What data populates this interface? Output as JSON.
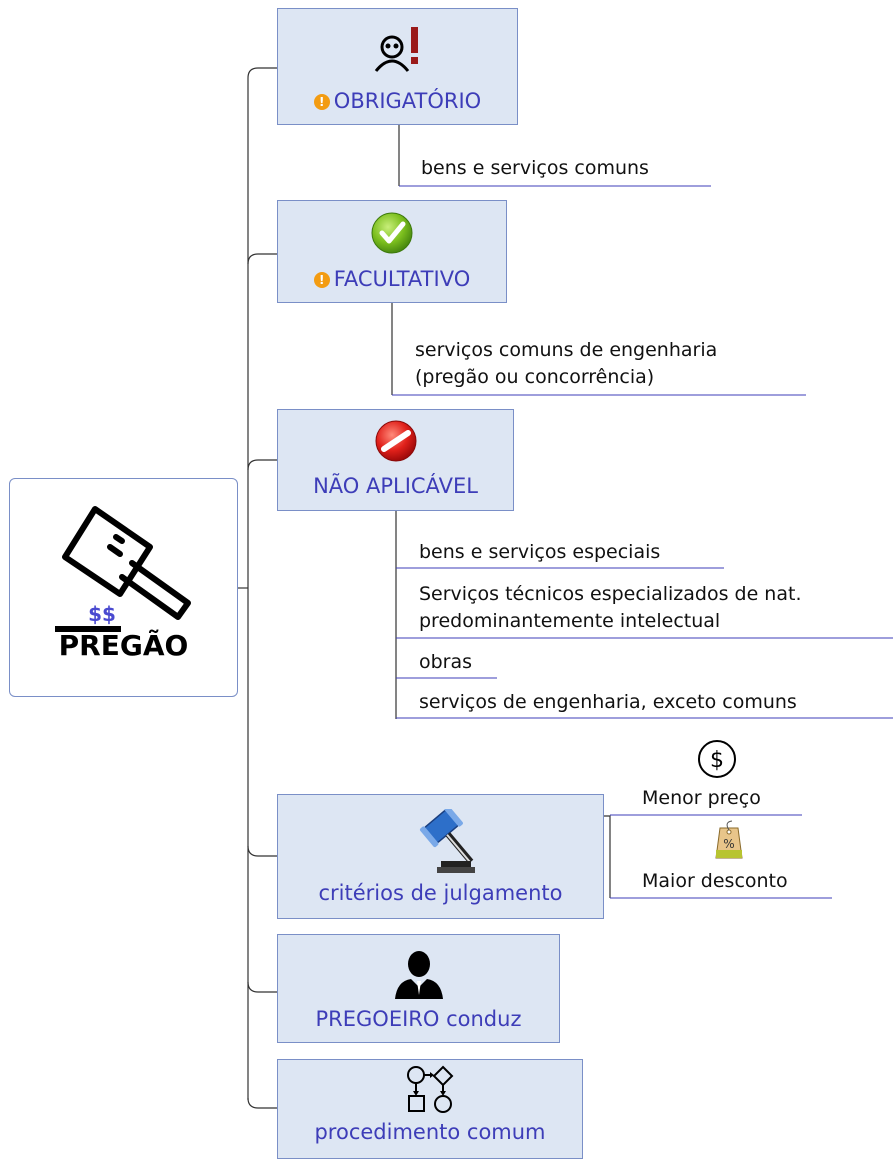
{
  "root": {
    "label": "PREGÃO",
    "icon": "gavel-icon",
    "icon_text": "$$"
  },
  "branches": [
    {
      "label": "OBRIGATÓRIO",
      "icon": "person-alert-icon",
      "flag": "!",
      "leaves": [
        "bens e serviços comuns"
      ]
    },
    {
      "label": "FACULTATIVO",
      "icon": "green-check-icon",
      "flag": "!",
      "leaves": [
        "serviços comuns de engenharia",
        "(pregão ou concorrência)"
      ]
    },
    {
      "label": "NÃO APLICÁVEL",
      "icon": "no-entry-icon",
      "leaves": [
        "bens e serviços especiais",
        "Serviços técnicos especializados de nat.",
        "predominantemente intelectual",
        "obras",
        "serviços de engenharia, exceto comuns"
      ]
    },
    {
      "label": "critérios de julgamento",
      "icon": "auction-gavel-icon",
      "leaves": [
        "Menor preço",
        "Maior desconto"
      ],
      "leaf_icons": [
        "dollar-circle-icon",
        "discount-tag-icon"
      ],
      "discount_symbol": "%"
    },
    {
      "label": "PREGOEIRO conduz",
      "icon": "person-icon"
    },
    {
      "label": "procedimento comum",
      "icon": "flowchart-icon"
    }
  ],
  "colors": {
    "node_fill": "#dde6f3",
    "node_border": "#7a8fc7",
    "label_text": "#3d3db8",
    "connector": "#333333",
    "leaf_underline": "#3d3db8",
    "warning": "#f39c12"
  }
}
